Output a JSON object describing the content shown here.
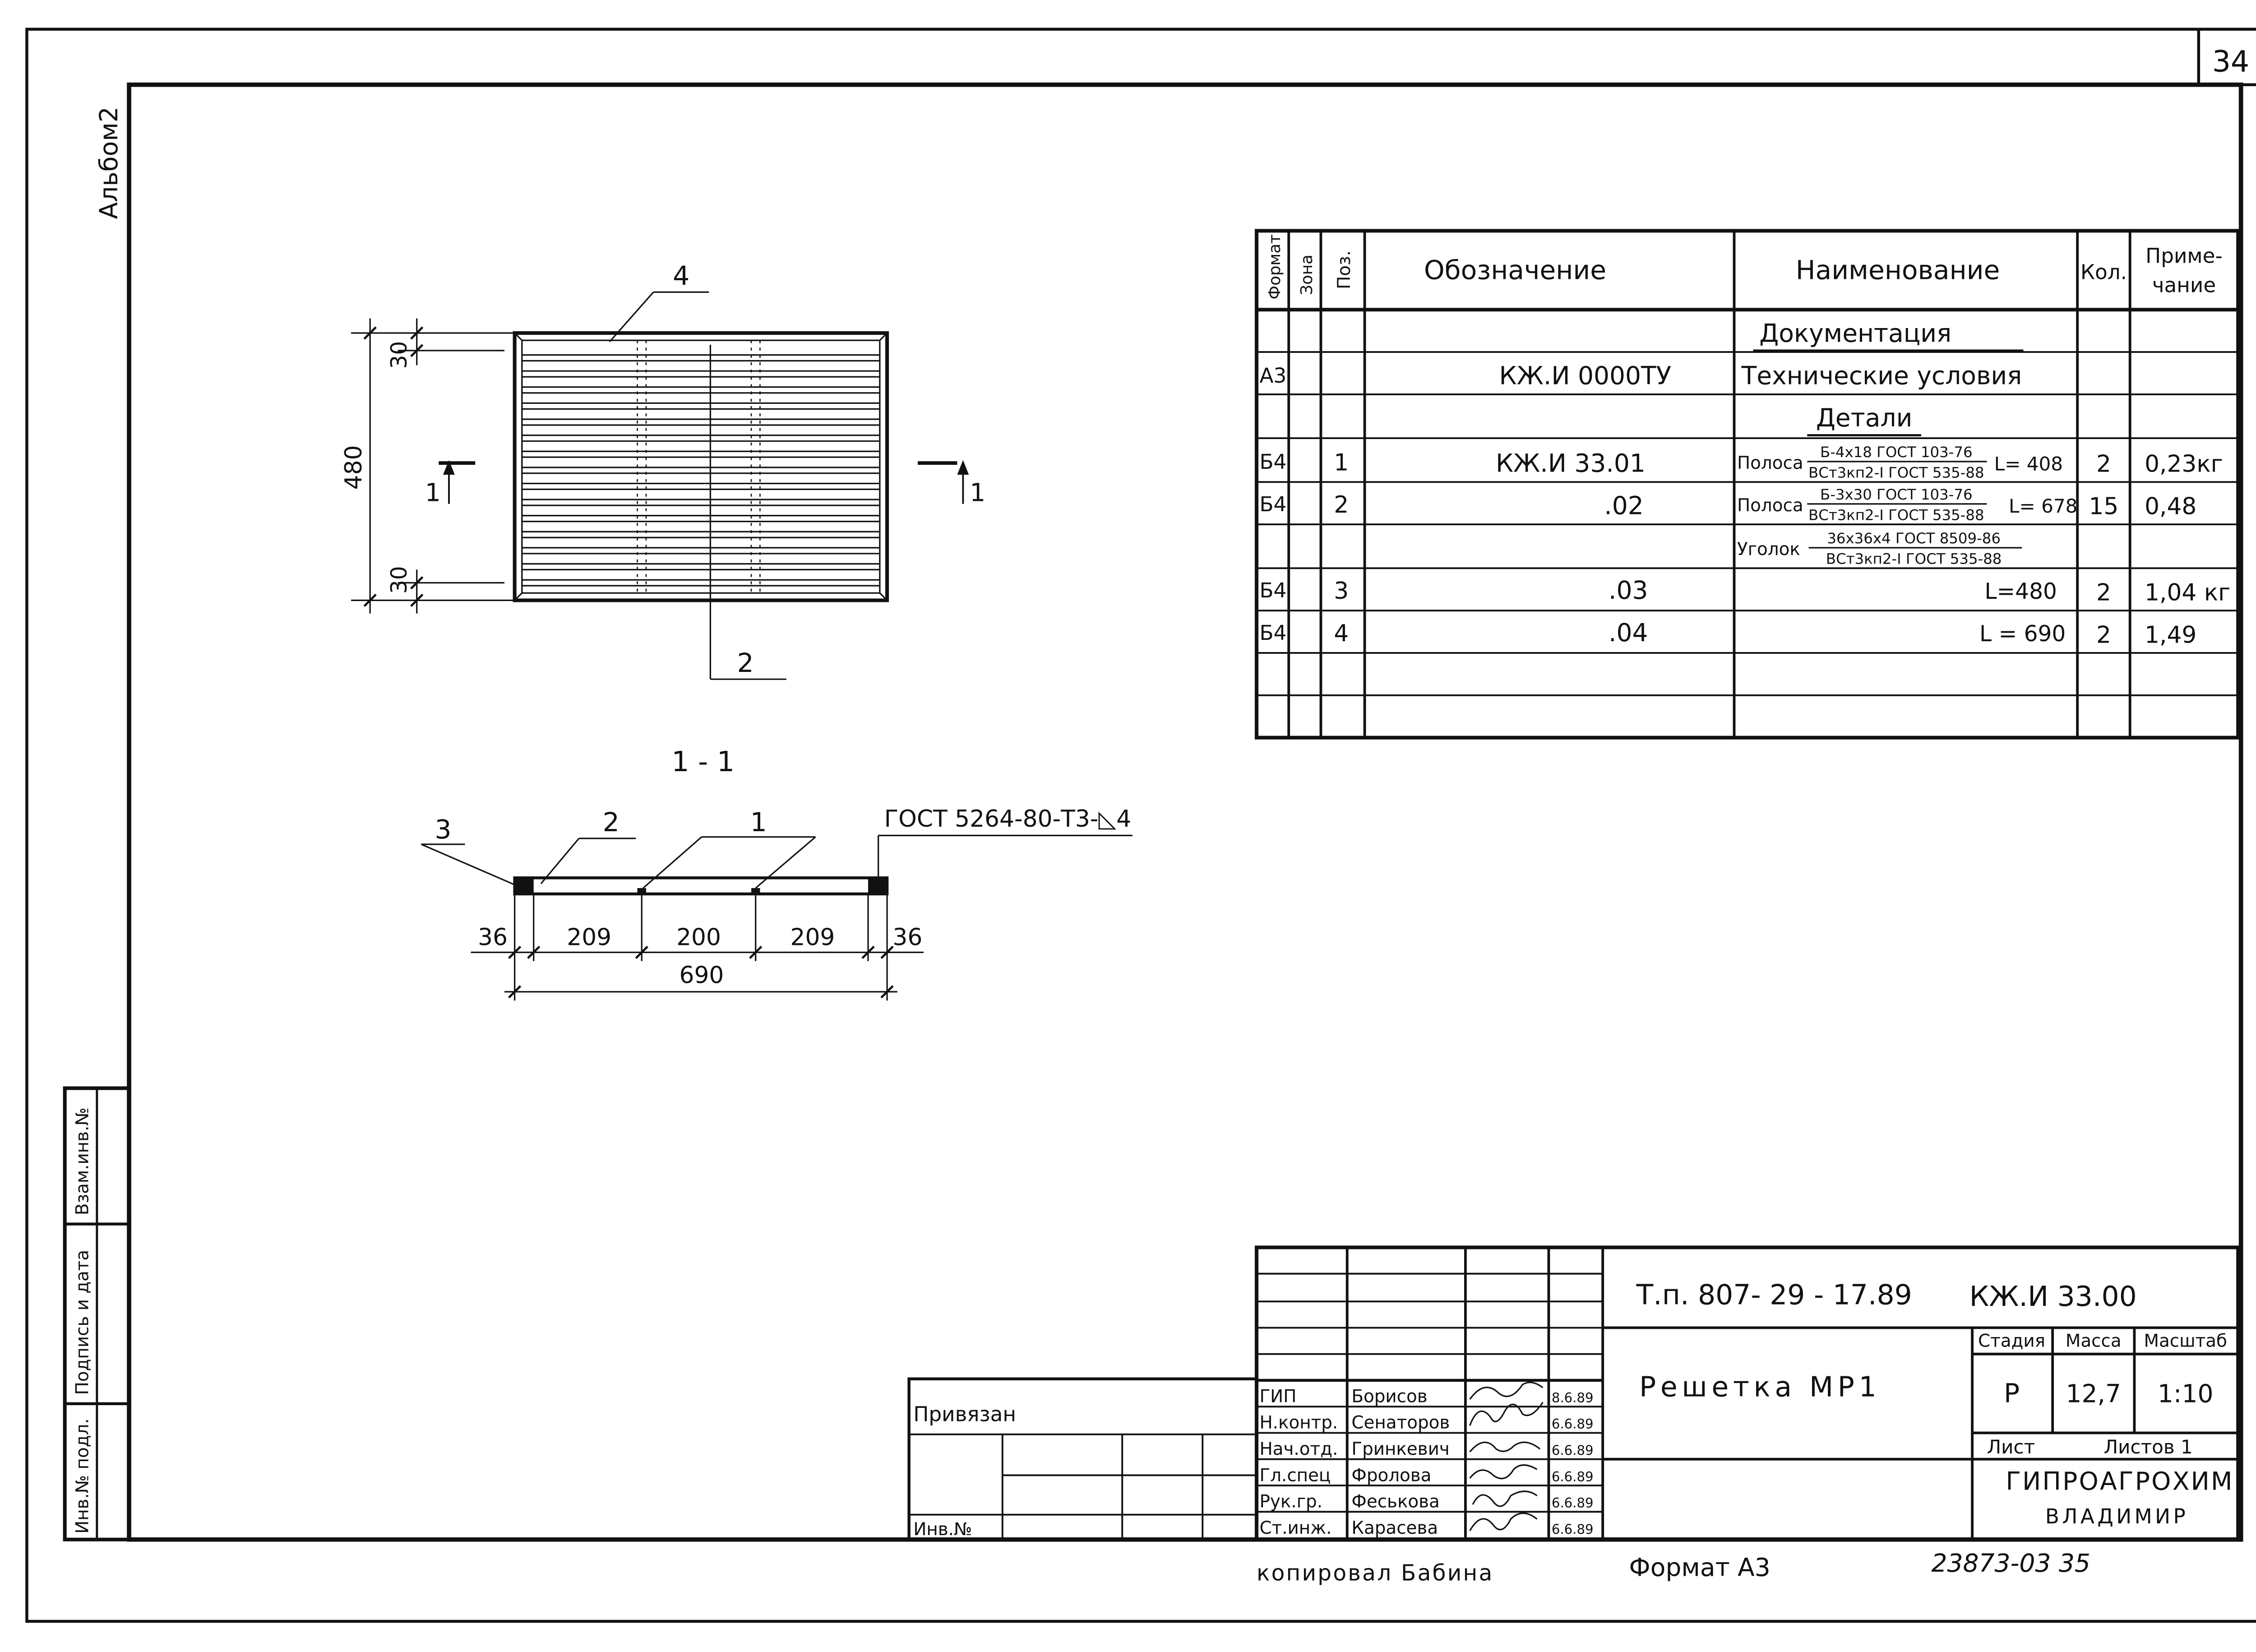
{
  "sheet_number": "34",
  "album_label": "Альбом2",
  "spec_table": {
    "headers": {
      "format": "Формат",
      "zone": "Зона",
      "pos": "Поз.",
      "designation": "Обозначение",
      "name": "Наименование",
      "qty": "Кол.",
      "note_line1": "Приме-",
      "note_line2": "чание"
    },
    "section_documentation": "Документация",
    "doc_row": {
      "format": "А3",
      "designation": "КЖ.И 0000ТУ",
      "name": "Технические условия"
    },
    "section_details": "Детали",
    "rows": [
      {
        "format": "Б4",
        "pos": "1",
        "designation": "КЖ.И 33.01",
        "name_prefix": "Полоса",
        "frac_top": "Б-4х18 ГОСТ 103-76",
        "frac_bottom": "ВСт3кп2-I ГОСТ 535-88",
        "length": "L= 408",
        "qty": "2",
        "note": "0,23кг"
      },
      {
        "format": "Б4",
        "pos": "2",
        "designation": ".02",
        "name_prefix": "Полоса",
        "frac_top": "Б-3х30 ГОСТ 103-76",
        "frac_bottom": "ВСт3кп2-I ГОСТ 535-88",
        "length": "L= 678",
        "qty": "15",
        "note": "0,48"
      },
      {
        "format": "",
        "pos": "",
        "designation": "",
        "name_prefix": "Уголок",
        "frac_top": "36х36х4 ГОСТ 8509-86",
        "frac_bottom": "ВСт3кп2-I ГОСТ 535-88",
        "length": "",
        "qty": "",
        "note": ""
      },
      {
        "format": "Б4",
        "pos": "3",
        "designation": ".03",
        "name_prefix": "",
        "frac_top": "",
        "frac_bottom": "",
        "length": "L=480",
        "qty": "2",
        "note": "1,04 кг"
      },
      {
        "format": "Б4",
        "pos": "4",
        "designation": ".04",
        "name_prefix": "",
        "frac_top": "",
        "frac_bottom": "",
        "length": "L = 690",
        "qty": "2",
        "note": "1,49"
      }
    ]
  },
  "plan_view": {
    "leader_4": "4",
    "leader_2": "2",
    "dim_480": "480",
    "dim_30_top": "30",
    "dim_30_bottom": "30",
    "section_mark_left": "1",
    "section_mark_right": "1"
  },
  "section_view": {
    "title": "1 - 1",
    "leader_3": "3",
    "leader_2": "2",
    "leader_1": "1",
    "weld_note": "ГОСТ 5264-80-Т3-◺4",
    "dims": [
      "36",
      "209",
      "200",
      "209",
      "36"
    ],
    "total": "690"
  },
  "side_stamp": {
    "vzam": "Взам.инв.№",
    "podpis": "Подпись и дата",
    "inv_podl": "Инв.№ подл."
  },
  "privyazan": {
    "label": "Привязан",
    "inv": "Инв.№"
  },
  "title_block": {
    "doc_number": "Т.п. 807- 29 - 17.89",
    "doc_code": "КЖ.И 33.00",
    "title": "Решетка МР1",
    "stage_label": "Стадия",
    "mass_label": "Масса",
    "scale_label": "Масштаб",
    "stage": "Р",
    "mass": "12,7",
    "scale": "1:10",
    "sheet_label": "Лист",
    "sheets_label": "Листов 1",
    "org_line1": "ГИПРОАГРОХИМ",
    "org_line2": "ВЛАДИМИР",
    "signatures": [
      {
        "role": "ГИП",
        "name": "Борисов",
        "date": "8.6.89"
      },
      {
        "role": "Н.контр.",
        "name": "Сенаторов",
        "date": "6.6.89"
      },
      {
        "role": "Нач.отд.",
        "name": "Гринкевич",
        "date": "6.6.89"
      },
      {
        "role": "Гл.спец",
        "name": "Фролова",
        "date": "6.6.89"
      },
      {
        "role": "Рук.гр.",
        "name": "Феськова",
        "date": "6.6.89"
      },
      {
        "role": "Ст.инж.",
        "name": "Карасева",
        "date": "6.6.89"
      }
    ]
  },
  "footer": {
    "copied": "копировал Бабина",
    "format": "Формат А3",
    "archive": "23873-03 35"
  }
}
